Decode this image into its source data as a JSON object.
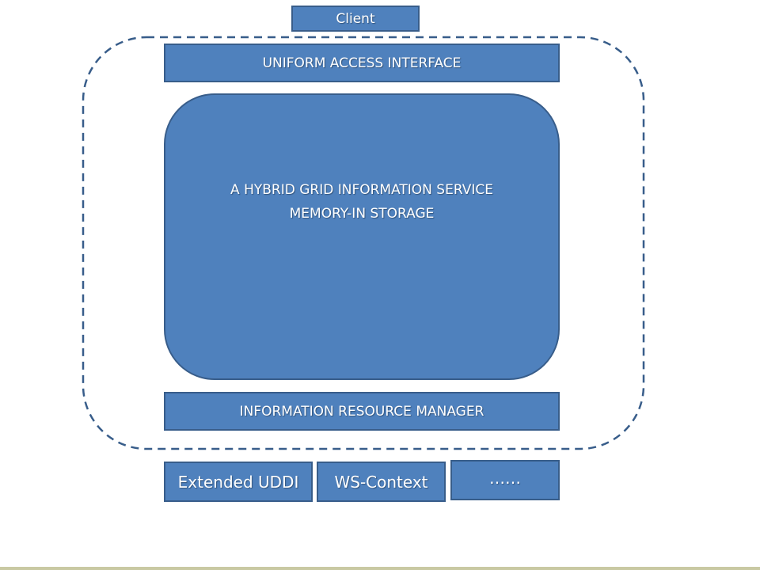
{
  "diagram": {
    "client_label": "Client",
    "uniform_access_label": "UNIFORM ACCESS INTERFACE",
    "hybrid_service_line1": "A HYBRID GRID INFORMATION SERVICE",
    "hybrid_service_line2": "MEMORY-IN STORAGE",
    "resource_manager_label": "INFORMATION RESOURCE MANAGER",
    "backends": {
      "extended_uddi": "Extended UDDI",
      "ws_context": "WS-Context",
      "more": "……"
    }
  },
  "colors": {
    "box_fill": "#4f81bd",
    "box_border": "#385d8a",
    "dashed_border": "#385d8a",
    "text": "#ffffff"
  }
}
